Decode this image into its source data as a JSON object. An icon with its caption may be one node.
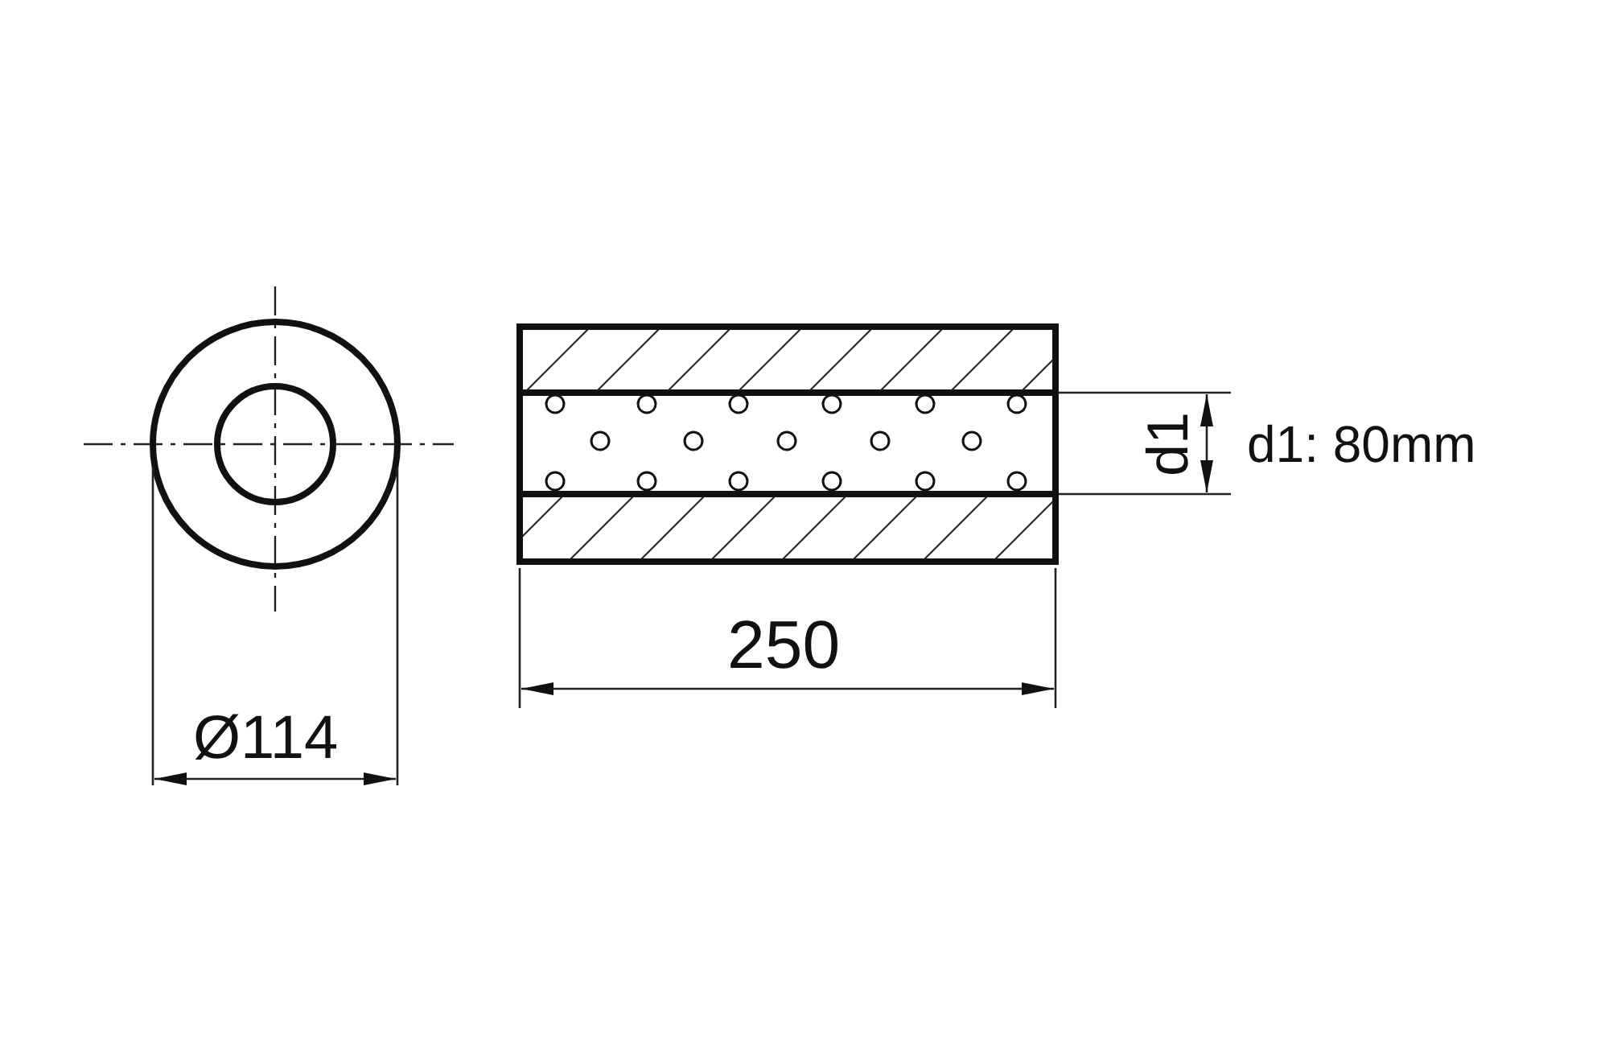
{
  "diagram": {
    "labels": [
      "Ø114",
      "250",
      "d1",
      "d1: 80mm"
    ]
  }
}
